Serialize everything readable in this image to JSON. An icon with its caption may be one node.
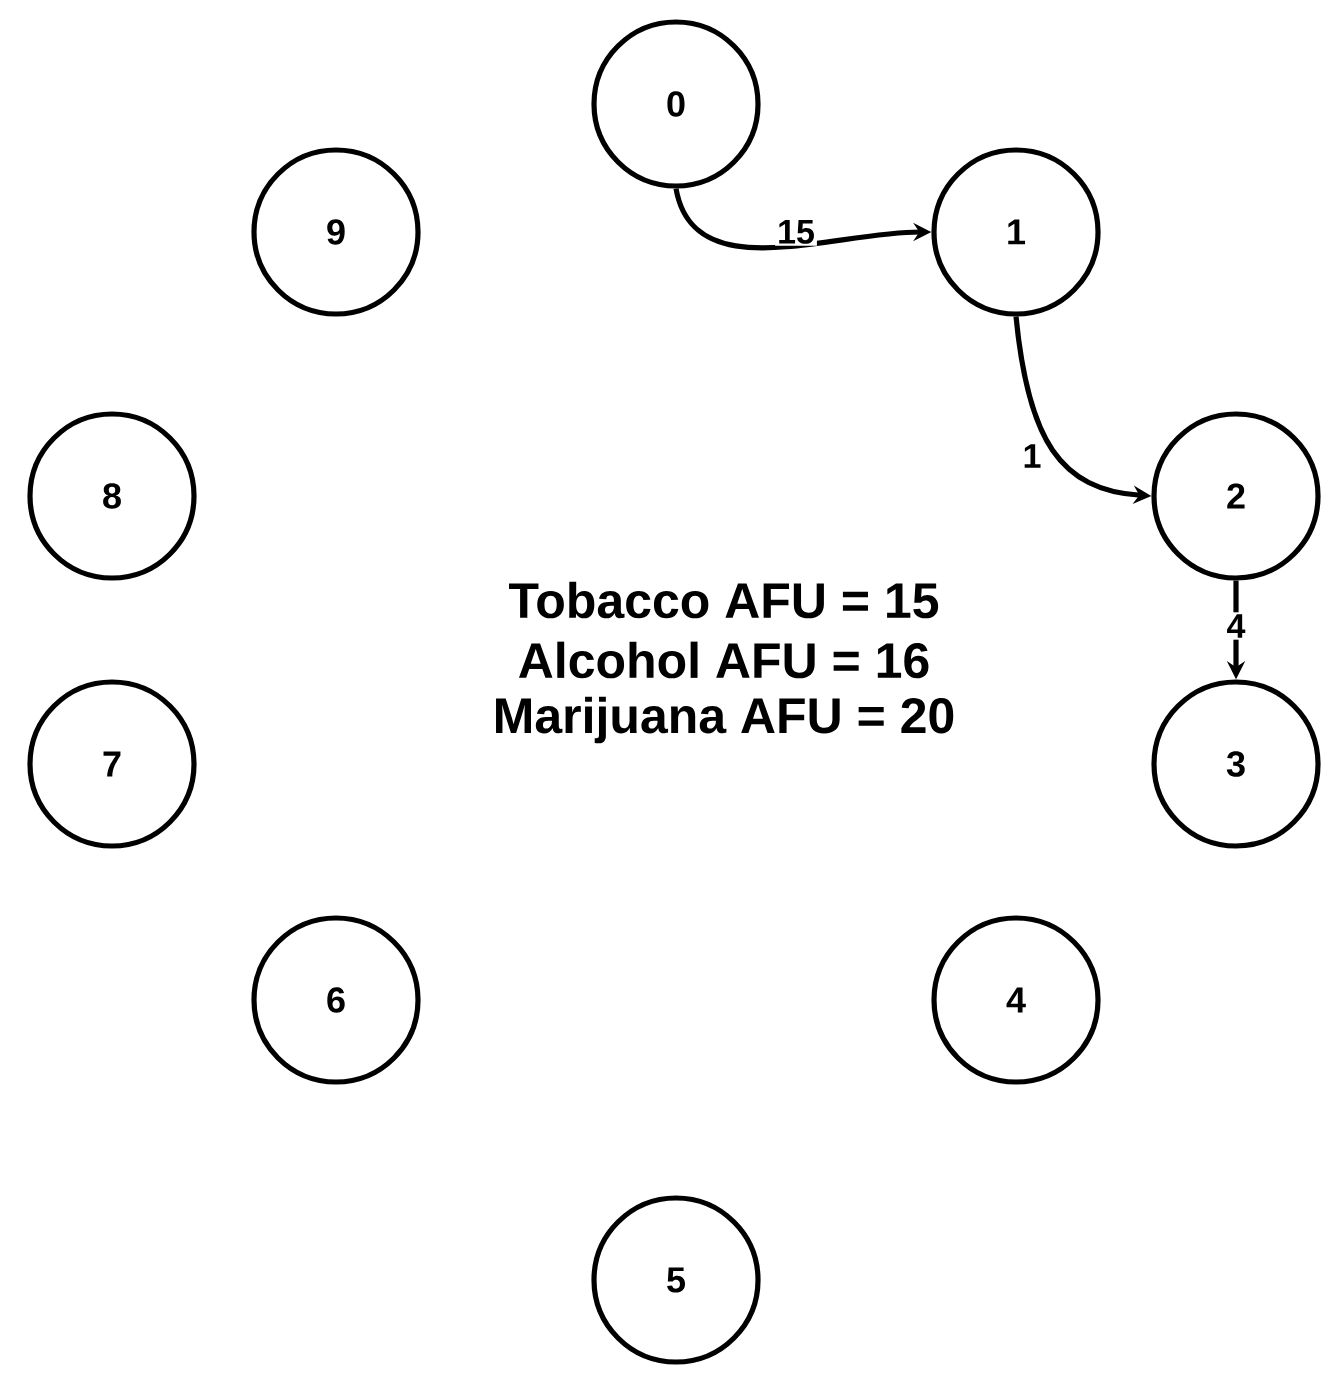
{
  "diagram": {
    "nodes": [
      {
        "text": [
          "0"
        ]
      },
      {
        "text": [
          "1"
        ]
      },
      {
        "text": [
          "2"
        ]
      },
      {
        "text": [
          "3"
        ]
      },
      {
        "text": [
          "4"
        ]
      },
      {
        "text": [
          "5"
        ]
      },
      {
        "text": [
          "6"
        ]
      },
      {
        "text": [
          "7"
        ]
      },
      {
        "text": [
          "8"
        ]
      },
      {
        "text": [
          "9"
        ]
      }
    ],
    "edges": [
      {
        "from": 0,
        "to": 1,
        "arrow": "to",
        "label": "15"
      },
      {
        "from": 1,
        "to": 2,
        "arrow": "to",
        "label": "1"
      },
      {
        "from": 2,
        "to": 3,
        "arrow": "to",
        "label": "4"
      }
    ],
    "labels": [
      "Tobacco AFU = 15",
      "Alcohol AFU = 16",
      "Marijuana AFU = 20"
    ]
  }
}
